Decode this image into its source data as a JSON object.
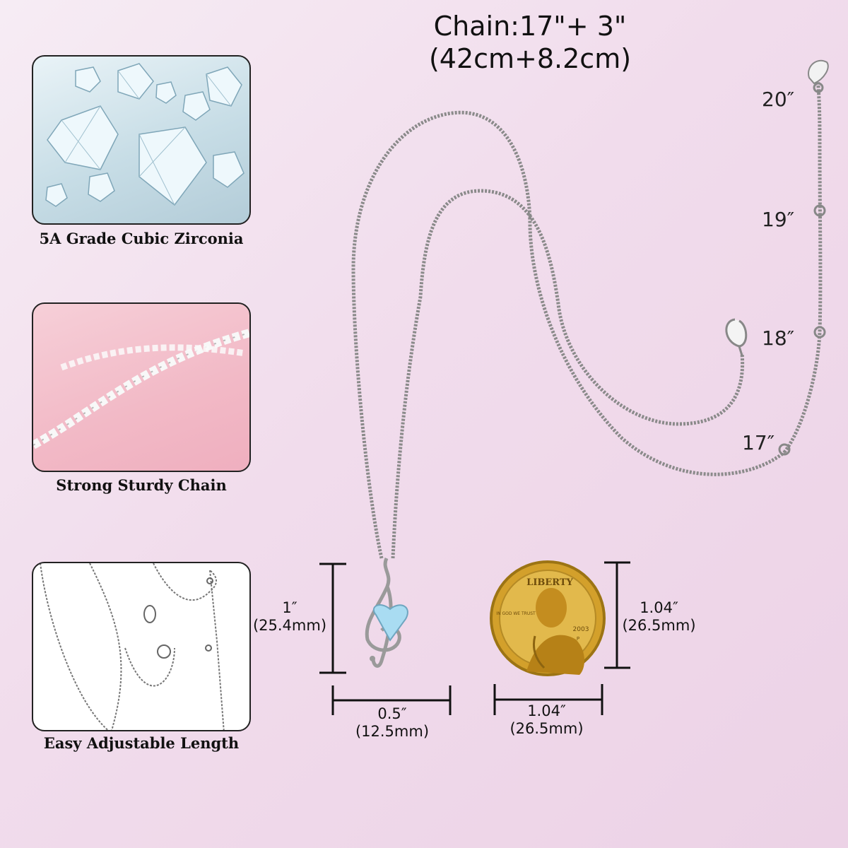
{
  "header": {
    "line1": "Chain:17\"+ 3\"",
    "line2": "(42cm+8.2cm)"
  },
  "features": [
    {
      "caption": "5A Grade Cubic Zirconia"
    },
    {
      "caption": "Strong Sturdy Chain"
    },
    {
      "caption": "Easy Adjustable Length"
    }
  ],
  "length_marks": [
    "20″",
    "19″",
    "18″",
    "17″"
  ],
  "pendant": {
    "height_in": "1″",
    "height_mm": "(25.4mm)",
    "width_in": "0.5″",
    "width_mm": "(12.5mm)"
  },
  "coin": {
    "height_in": "1.04″",
    "height_mm": "(26.5mm)",
    "width_in": "1.04″",
    "width_mm": "(26.5mm)",
    "inscription_top": "LIBERTY",
    "inscription_left": "IN GOD WE TRUST",
    "year": "2003",
    "mint_mark": "P"
  },
  "colors": {
    "gem": "#a9dcf2",
    "silver": "#8c8c8c",
    "gold": "#c9961f"
  }
}
